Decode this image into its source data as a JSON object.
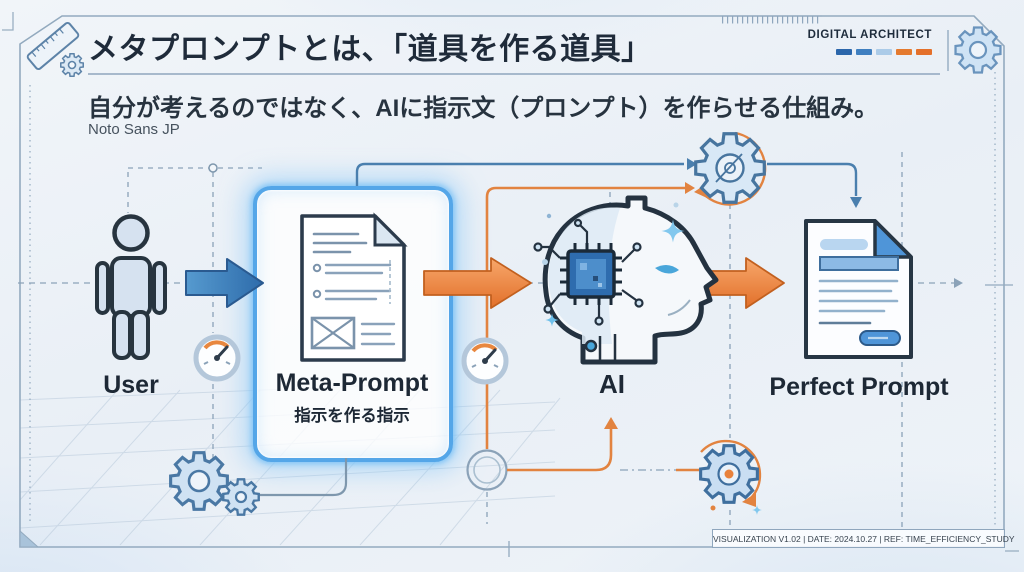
{
  "header": {
    "title": "メタプロンプトとは、「道具を作る道具」",
    "subtitle": "自分が考えるのではなく、AIに指示文（プロンプト）を作らせる仕組み。",
    "font_note": "Noto Sans JP",
    "brand": "DIGITAL ARCHITECT"
  },
  "palette": {
    "accent_blue": "#3f7fc0",
    "accent_orange": "#e4762e",
    "light_blue": "#cfe3f5",
    "navy": "#1f2b3a",
    "brand_bars": [
      "#2b66ab",
      "#3f7fc0",
      "#abcbe8",
      "#e47a2e",
      "#e4702a"
    ]
  },
  "flow": {
    "user_label": "User",
    "meta_prompt_label": "Meta-Prompt",
    "meta_prompt_sublabel": "指示を作る指示",
    "ai_label": "AI",
    "perfect_prompt_label": "Perfect Prompt"
  },
  "icons": {
    "header_left": "ruler-gear-icon",
    "header_right": "gear-icon",
    "user": "person-icon",
    "meta_prompt": "blueprint-document-icon",
    "ai": "robot-head-icon",
    "perfect_prompt": "document-icon",
    "process": "gear-icon",
    "speed": "gauge-icon",
    "sparkle": "sparkle-icon"
  },
  "footer": {
    "stamp": "VISUALIZATION V1.02 | DATE: 2024.10.27 | REF: TIME_EFFICIENCY_STUDY"
  }
}
